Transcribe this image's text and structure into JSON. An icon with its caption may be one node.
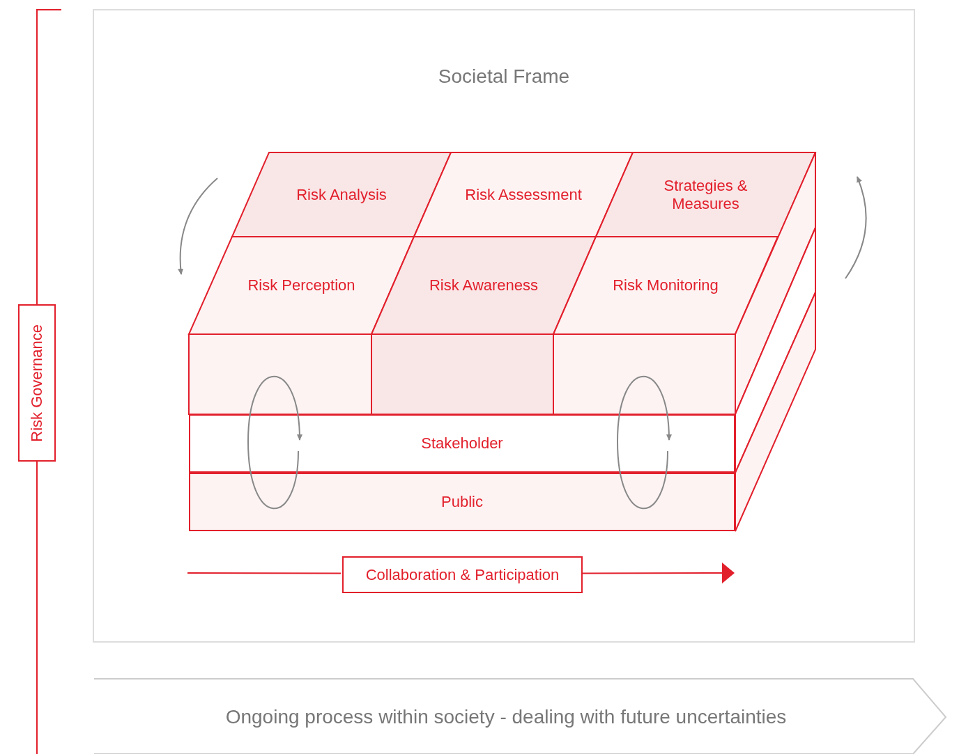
{
  "diagram": {
    "nodes": [
      {
        "text": [
          "Societal Frame"
        ]
      },
      {
        "text": [
          "Risk Analysis"
        ],
        "in": 0
      },
      {
        "text": [
          "Risk Assessment"
        ],
        "in": 0
      },
      {
        "text": [
          "Strategies & Measures"
        ],
        "in": 0
      },
      {
        "text": [
          "Risk Perception"
        ],
        "in": 0
      },
      {
        "text": [
          "Risk Awareness"
        ],
        "in": 0
      },
      {
        "text": [
          "Risk Monitoring"
        ],
        "in": 0
      },
      {
        "text": [
          "Stakeholder"
        ],
        "in": 0
      },
      {
        "text": [
          "Public"
        ],
        "in": 0
      },
      {
        "text": [
          "Collaboration & Participation"
        ],
        "in": 0
      },
      {
        "text": [
          "Risk Governance"
        ]
      },
      {
        "text": [
          "Ongoing process within society - dealing with future uncertainties"
        ]
      },
      {
        "text": [],
        "shape": "box",
        "in": 0
      },
      {
        "text": [],
        "shape": "box",
        "in": 0
      },
      {
        "text": [],
        "shape": "box",
        "in": 0
      },
      {
        "text": [],
        "shape": "box",
        "in": 0
      },
      {
        "text": [],
        "shape": "box",
        "in": 0
      },
      {
        "text": [],
        "shape": "box",
        "in": 0
      }
    ],
    "edges": [
      {
        "from": null,
        "to": 9,
        "arrow": "none",
        "color": "#e2202c"
      },
      {
        "from": 9,
        "to": null,
        "arrow": "to",
        "color": "#e2202c"
      }
    ]
  }
}
